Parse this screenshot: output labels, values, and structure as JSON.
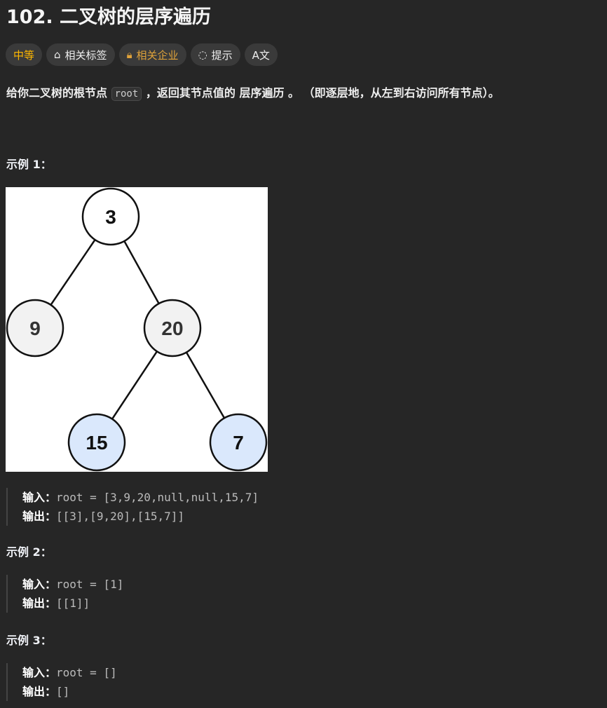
{
  "title": "102. 二叉树的层序遍历",
  "chips": {
    "difficulty": "中等",
    "tags": "相关标签",
    "companies": "相关企业",
    "hint": "提示",
    "translate": "A文"
  },
  "description": {
    "pre": "给你二叉树的根节点 ",
    "code": "root",
    "mid": " ，返回其节点值的 ",
    "bold": "层序遍历",
    "post": " 。 （即逐层地，从左到右访问所有节点）。"
  },
  "tree": {
    "nodes": [
      "3",
      "9",
      "20",
      "15",
      "7"
    ]
  },
  "examples": [
    {
      "title": "示例 1：",
      "input_label": "输入：",
      "input": "root = [3,9,20,null,null,15,7]",
      "output_label": "输出：",
      "output": "[[3],[9,20],[15,7]]"
    },
    {
      "title": "示例 2：",
      "input_label": "输入：",
      "input": "root = [1]",
      "output_label": "输出：",
      "output": "[[1]]"
    },
    {
      "title": "示例 3：",
      "input_label": "输入：",
      "input": "root = []",
      "output_label": "输出：",
      "output": "[]"
    }
  ]
}
